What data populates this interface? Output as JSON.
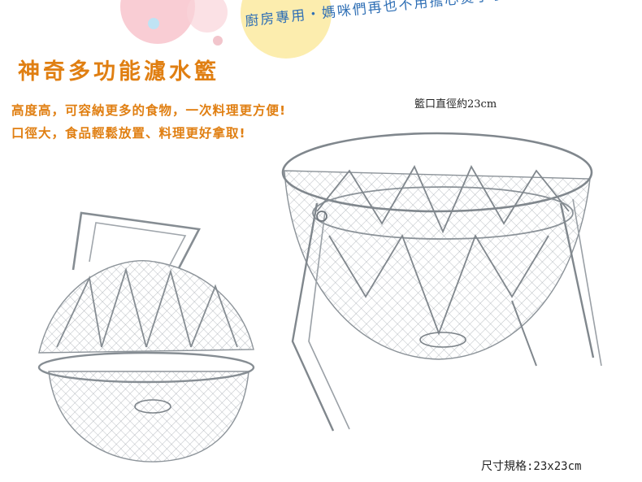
{
  "tagline": "廚房專用・媽咪們再也不用擔心燙手了!!!",
  "title": "神奇多功能濾水籃",
  "features": [
    "高度高，可容納更多的食物，一次料理更方便!",
    "口徑大，食品輕鬆放置、料理更好拿取!"
  ],
  "diameter_label": "籃口直徑約23cm",
  "size_label": "尺寸規格:23x23cm",
  "colors": {
    "accent": "#e07f12",
    "tagline": "#2f6fb5",
    "wire": "#9aa0a6"
  }
}
